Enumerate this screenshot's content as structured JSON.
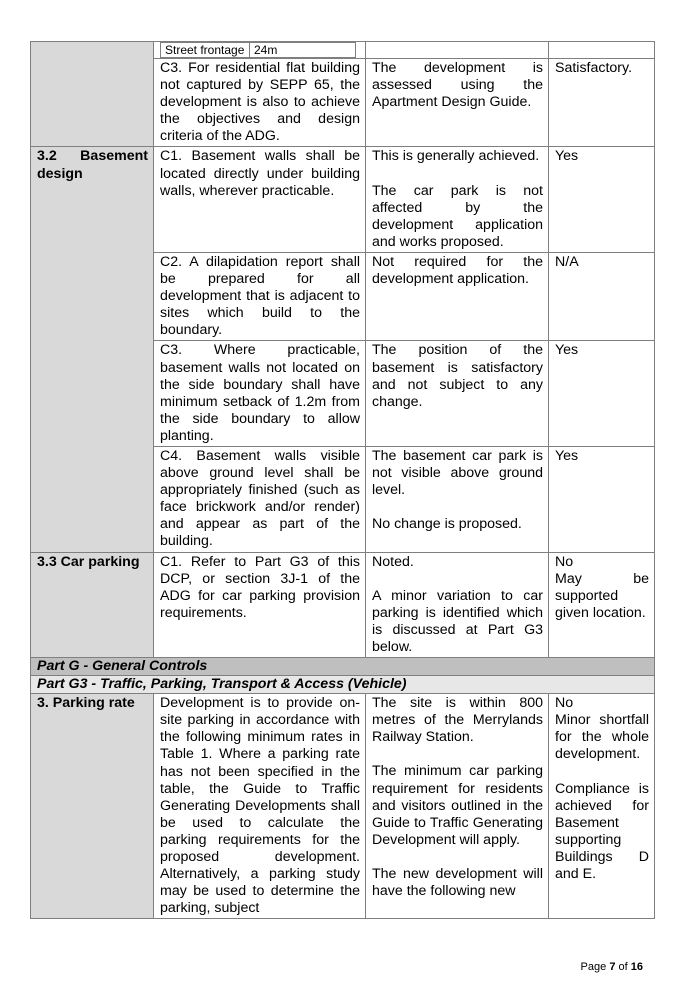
{
  "inner_table": {
    "label": "Street frontage",
    "value": "24m"
  },
  "rows": {
    "c3_adg": {
      "control": "C3. For residential flat building not captured by SEPP 65, the development is also to achieve the objectives and design criteria of the ADG.",
      "comment": "The development is assessed using the Apartment Design Guide.",
      "compliance": "Satisfactory."
    },
    "basement": {
      "heading": "3.2 Basement design",
      "c1": {
        "control": "C1. Basement walls shall be located directly under building walls, wherever practicable.",
        "comment_1": "This is generally achieved.",
        "comment_2": "The car park is not affected by the development application and works proposed.",
        "compliance": "Yes"
      },
      "c2": {
        "control": "C2. A dilapidation report shall be prepared for all development that is adjacent to sites which build to the boundary.",
        "comment": "Not required for the development application.",
        "compliance": "N/A"
      },
      "c3": {
        "control": "C3. Where practicable, basement walls not located on the side boundary shall have minimum setback of 1.2m from the side boundary to allow planting.",
        "comment": "The position of the basement is satisfactory and not subject to any change.",
        "compliance": "Yes"
      },
      "c4": {
        "control": "C4. Basement walls visible above ground level shall be appropriately finished (such as face brickwork and/or render) and appear as part of the building.",
        "comment_1": "The basement car park is not visible above ground level.",
        "comment_2": "No change is proposed.",
        "compliance": "Yes"
      }
    },
    "car_parking": {
      "heading": "3.3 Car parking",
      "control": "C1. Refer to Part G3 of this DCP, or section 3J-1 of the ADG for car parking provision requirements.",
      "comment_1": "Noted.",
      "comment_2": "A minor variation to car parking is identified which is discussed at Part G3 below.",
      "compliance_1": "No",
      "compliance_2a": "May",
      "compliance_2b": "be",
      "compliance_3": "supported given location."
    },
    "section": "Part G - General Controls",
    "subsection": "Part G3 - Traffic, Parking, Transport & Access (Vehicle)",
    "parking_rate": {
      "heading": "3. Parking rate",
      "control": "Development is to provide on-site parking in accordance with the following minimum rates in Table 1. Where a parking rate has not been specified in the table, the Guide to Traffic Generating Developments shall be used to calculate the parking requirements for the proposed development. Alternatively, a parking study may be used to determine the parking, subject",
      "comment_1": "The site is within 800 metres of the Merrylands Railway Station.",
      "comment_2": "The minimum car parking requirement for residents and visitors outlined in the Guide to Traffic Generating Development will apply.",
      "comment_3": "The new development will have the following new",
      "compliance_1": "No",
      "compliance_2": "Minor shortfall for the whole development.",
      "compliance_3": "Compliance is achieved for Basement supporting Buildings D and E."
    }
  },
  "footer": {
    "page_label": "Page",
    "page_number": "7",
    "of_label": "of",
    "total_pages": "16"
  }
}
